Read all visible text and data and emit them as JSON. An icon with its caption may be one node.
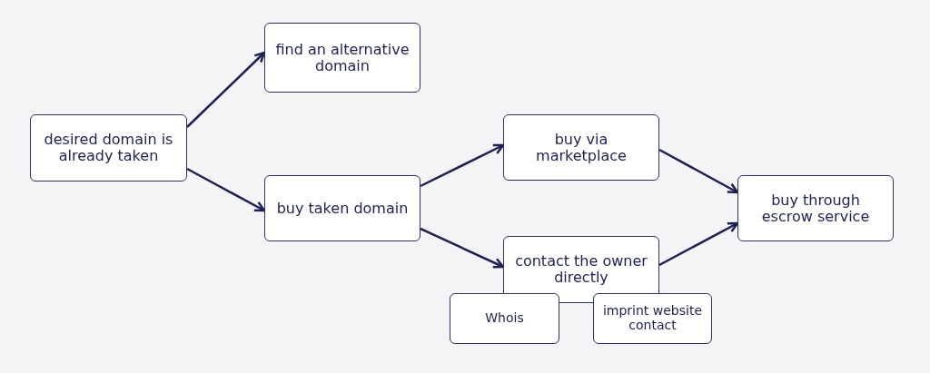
{
  "diagram": {
    "nodes": [
      {
        "text": [
          "desired domain is already taken"
        ]
      },
      {
        "text": [
          "find an alternative domain"
        ]
      },
      {
        "text": [
          "buy taken domain"
        ]
      },
      {
        "text": [
          "buy via marketplace"
        ]
      },
      {
        "text": [
          "contact the owner directly"
        ]
      },
      {
        "text": [
          "buy through escrow service"
        ]
      },
      {
        "text": [
          "Whois"
        ]
      },
      {
        "text": [
          "imprint website contact"
        ]
      }
    ],
    "edges": [
      {
        "from": 0,
        "to": 1,
        "arrow": "to"
      },
      {
        "from": 0,
        "to": 2,
        "arrow": "to"
      },
      {
        "from": 2,
        "to": 3,
        "arrow": "to"
      },
      {
        "from": 2,
        "to": 4,
        "arrow": "to"
      },
      {
        "from": 3,
        "to": 5,
        "arrow": "to"
      },
      {
        "from": 4,
        "to": 5,
        "arrow": "to"
      }
    ]
  }
}
